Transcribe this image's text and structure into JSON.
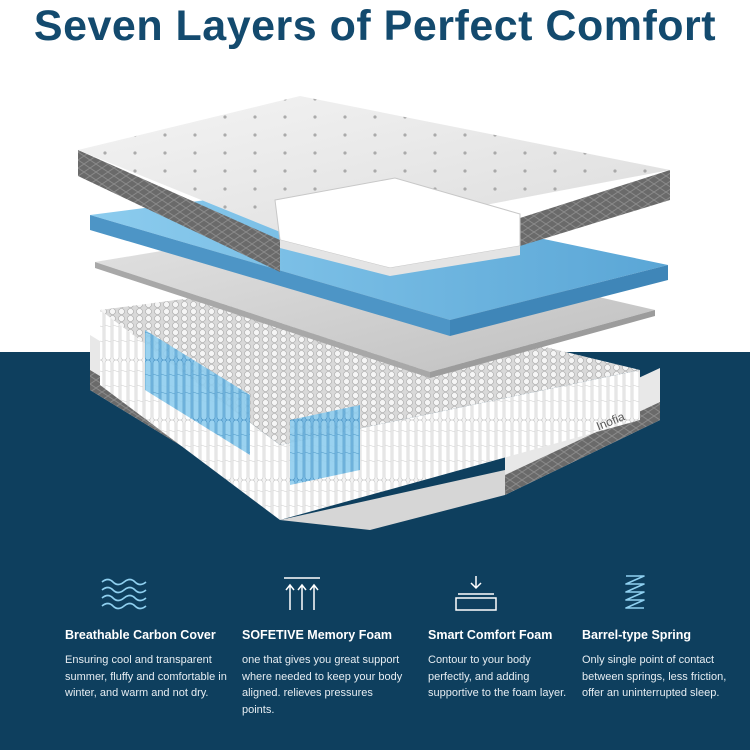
{
  "header": {
    "title": "Seven Layers of Perfect Comfort"
  },
  "mattress": {
    "brand_label": "Inofia"
  },
  "features": [
    {
      "icon": "waves-icon",
      "title": "Breathable Carbon Cover",
      "description": "Ensuring cool and transparent summer, fluffy and comfortable in winter, and warm and not dry."
    },
    {
      "icon": "arrows-up-icon",
      "title": "SOFETIVE Memory Foam",
      "description": "one that gives you great support where needed to keep your body aligned. relieves pressures points."
    },
    {
      "icon": "press-foam-icon",
      "title": "Smart Comfort Foam",
      "description": "Contour to your body perfectly, and adding supportive to the foam layer."
    },
    {
      "icon": "spring-icon",
      "title": "Barrel-type Spring",
      "description": "Only single point of contact between springs, less friction, offer an uninterrupted sleep."
    }
  ],
  "colors": {
    "navy": "#0e3f5e",
    "title_blue": "#134a6e",
    "foam_blue": "#6cb4dd",
    "icon_blue": "#8fd0f0"
  }
}
